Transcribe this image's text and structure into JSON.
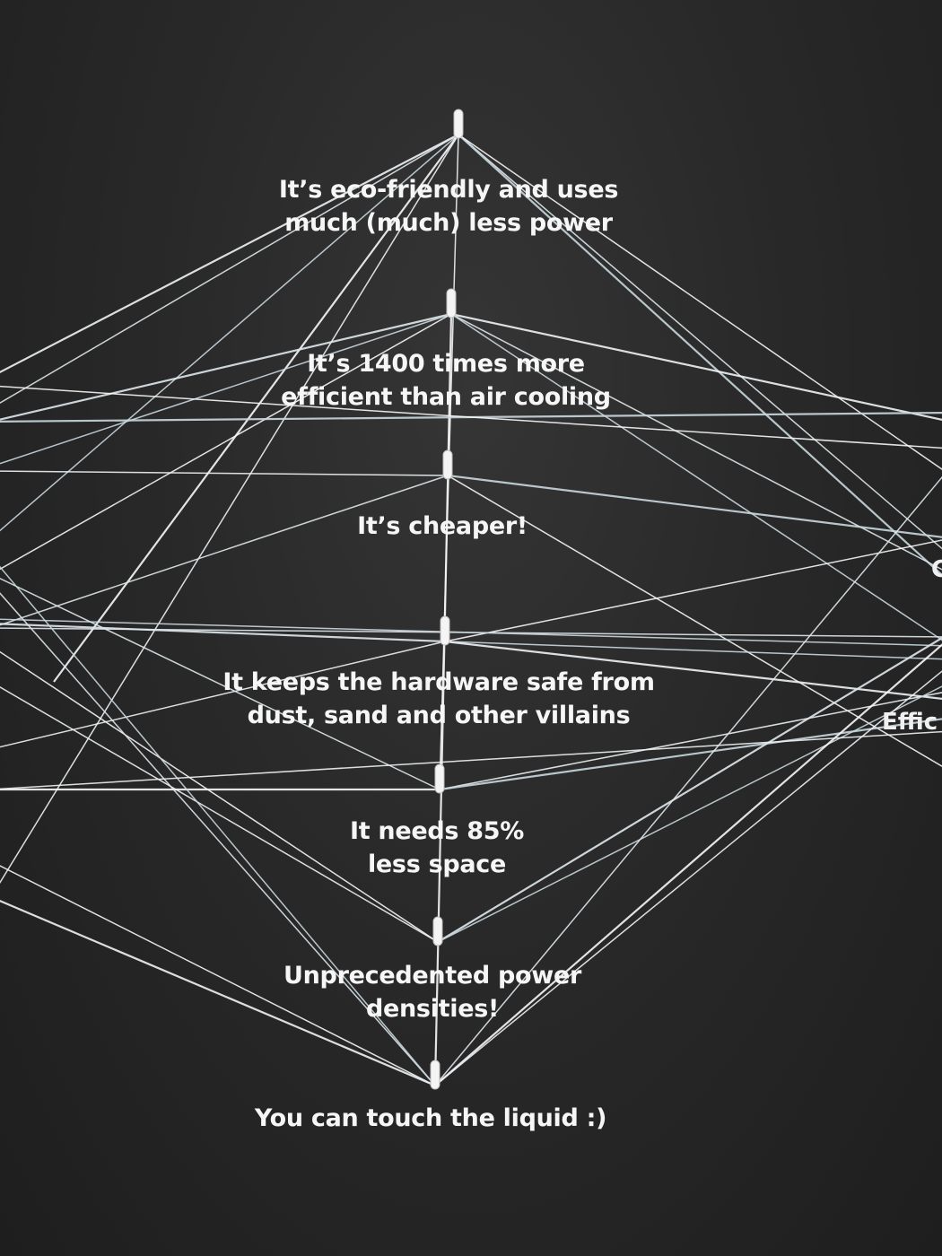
{
  "background_color": "#262626",
  "string_color": "#e6edf0",
  "text_color": "#f6f6f6",
  "statements": [
    {
      "lines": [
        "It’s eco-friendly and uses",
        "much (much) less power"
      ]
    },
    {
      "lines": [
        "It’s 1400 times more",
        "efficient than air cooling"
      ]
    },
    {
      "lines": [
        "It’s cheaper!"
      ]
    },
    {
      "lines": [
        "It keeps the hardware safe from",
        "dust, sand and other villains"
      ]
    },
    {
      "lines": [
        "It needs 85%",
        "less space"
      ]
    },
    {
      "lines": [
        "Unprecedented power",
        "densities!"
      ]
    },
    {
      "lines": [
        "You can touch the liquid :)"
      ]
    }
  ],
  "edge_text": [
    {
      "text": "Effic"
    },
    {
      "text": "C"
    }
  ]
}
